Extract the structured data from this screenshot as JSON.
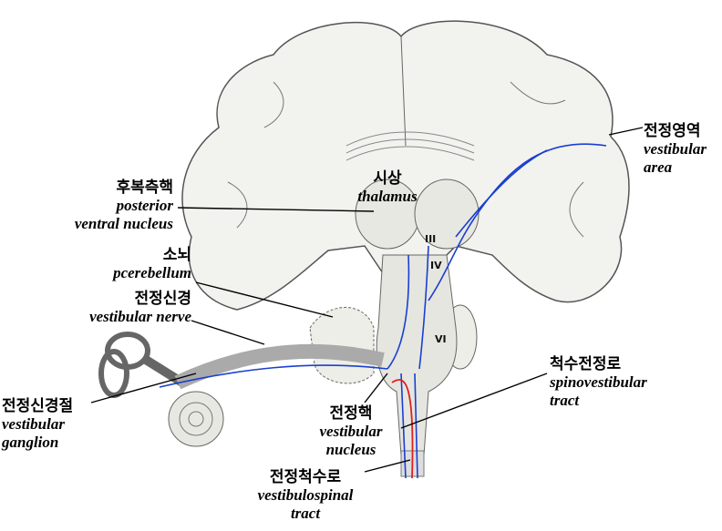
{
  "labels": {
    "vestibular_area": {
      "ko": "전정영역",
      "en1": "vestibular",
      "en2": "area"
    },
    "thalamus": {
      "ko": "시상",
      "en": "thalamus"
    },
    "pvn": {
      "ko": "후복측핵",
      "en1": "posterior",
      "en2": "ventral nucleus"
    },
    "cerebellum": {
      "ko": "소뇌",
      "en": "pcerebellum"
    },
    "vest_nerve": {
      "ko": "전정신경",
      "en": "vestibular nerve"
    },
    "vest_ganglion": {
      "ko": "전정신경절",
      "en1": "vestibular",
      "en2": "ganglion"
    },
    "vest_nucleus": {
      "ko": "전정핵",
      "en1": "vestibular",
      "en2": "nucleus"
    },
    "spinovest": {
      "ko": "척수전정로",
      "en1": "spinovestibular",
      "en2": "tract"
    },
    "vestspinal": {
      "ko": "전정척수로",
      "en1": "vestibulospinal",
      "en2": "tract"
    }
  },
  "nerves": {
    "n3": "III",
    "n4": "IV",
    "n6": "VI"
  },
  "colors": {
    "pathway": "#1a3fd0",
    "spinal": "#e02020",
    "tissue": "#f2f2ee",
    "outline": "#555555"
  }
}
